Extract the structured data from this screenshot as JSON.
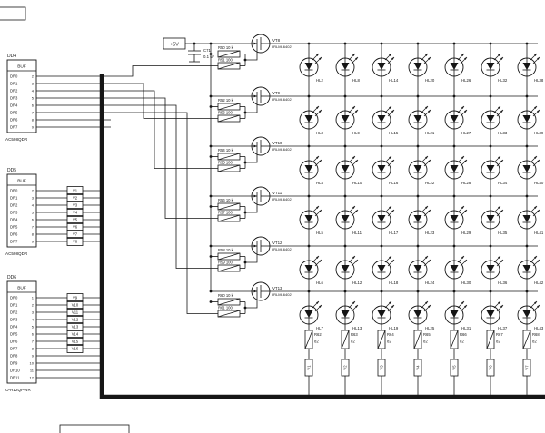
{
  "power_rail": {
    "label": "+5V"
  },
  "capacitor": {
    "ref": "C71",
    "value": "0.1 uF"
  },
  "buffer_ics": [
    {
      "ref": "DD4",
      "function": "BUF",
      "part": "AC598QDR",
      "pins": [
        {
          "name": "DR0",
          "num": "2"
        },
        {
          "name": "DR1",
          "num": "3"
        },
        {
          "name": "DR2",
          "num": "4"
        },
        {
          "name": "DR3",
          "num": "5"
        },
        {
          "name": "DR4",
          "num": "6"
        },
        {
          "name": "DR5",
          "num": "7"
        },
        {
          "name": "DR6",
          "num": "8"
        },
        {
          "name": "DR7",
          "num": "9"
        }
      ],
      "output_flags": []
    },
    {
      "ref": "DD5",
      "function": "BUF",
      "part": "AC598QDR",
      "pins": [
        {
          "name": "DR0",
          "num": "2"
        },
        {
          "name": "DR1",
          "num": "3"
        },
        {
          "name": "DR2",
          "num": "4"
        },
        {
          "name": "DR3",
          "num": "5"
        },
        {
          "name": "DR4",
          "num": "6"
        },
        {
          "name": "DR5",
          "num": "7"
        },
        {
          "name": "DR6",
          "num": "8"
        },
        {
          "name": "DR7",
          "num": "9"
        }
      ],
      "output_flags": [
        "V1",
        "V2",
        "V3",
        "V4",
        "V5",
        "V6",
        "V7",
        "V8"
      ]
    },
    {
      "ref": "DD6",
      "function": "BUF",
      "part": "O-R12QPWR",
      "pins": [
        {
          "name": "DR0",
          "num": "1"
        },
        {
          "name": "DR1",
          "num": "2"
        },
        {
          "name": "DR2",
          "num": "3"
        },
        {
          "name": "DR3",
          "num": "4"
        },
        {
          "name": "DR4",
          "num": "5"
        },
        {
          "name": "DR5",
          "num": "6"
        },
        {
          "name": "DR6",
          "num": "7"
        },
        {
          "name": "DR7",
          "num": "8"
        },
        {
          "name": "DR8",
          "num": "9"
        },
        {
          "name": "DR9",
          "num": "10"
        },
        {
          "name": "DR10",
          "num": "11"
        },
        {
          "name": "DR11",
          "num": "12"
        }
      ],
      "output_flags": [
        "V9",
        "V10",
        "V11",
        "V12",
        "V13",
        "V14",
        "V15",
        "V16"
      ]
    }
  ],
  "row_drivers": [
    {
      "ref": "VT8",
      "part": "IRLML6402",
      "pullup_ref": "R50",
      "pullup_value": "10 k",
      "gate_ref": "R51",
      "gate_value": "100"
    },
    {
      "ref": "VT9",
      "part": "IRLML6402",
      "pullup_ref": "R52",
      "pullup_value": "10 k",
      "gate_ref": "R53",
      "gate_value": "100"
    },
    {
      "ref": "VT10",
      "part": "IRLML6402",
      "pullup_ref": "R54",
      "pullup_value": "10 k",
      "gate_ref": "R55",
      "gate_value": "100"
    },
    {
      "ref": "VT11",
      "part": "IRLML6402",
      "pullup_ref": "R56",
      "pullup_value": "10 k",
      "gate_ref": "R57",
      "gate_value": "100"
    },
    {
      "ref": "VT12",
      "part": "IRLML6402",
      "pullup_ref": "R58",
      "pullup_value": "10 k",
      "gate_ref": "R59",
      "gate_value": "100"
    },
    {
      "ref": "VT13",
      "part": "IRLML6402",
      "pullup_ref": "R60",
      "pullup_value": "10 k",
      "gate_ref": "R61",
      "gate_value": "100"
    }
  ],
  "led_columns": [
    {
      "leds": [
        "HL2",
        "HL3",
        "HL4",
        "HL5",
        "HL6",
        "HL7"
      ]
    },
    {
      "leds": [
        "HL8",
        "HL9",
        "HL10",
        "HL11",
        "HL12",
        "HL13"
      ]
    },
    {
      "leds": [
        "HL14",
        "HL15",
        "HL16",
        "HL17",
        "HL18",
        "HL19"
      ]
    },
    {
      "leds": [
        "HL20",
        "HL21",
        "HL22",
        "HL23",
        "HL24",
        "HL25"
      ]
    },
    {
      "leds": [
        "HL26",
        "HL27",
        "HL28",
        "HL29",
        "HL30",
        "HL31"
      ]
    },
    {
      "leds": [
        "HL32",
        "HL33",
        "HL34",
        "HL35",
        "HL36",
        "HL37"
      ]
    },
    {
      "leds": [
        "HL38",
        "HL39",
        "HL40",
        "HL41",
        "HL42",
        "HL43"
      ]
    }
  ],
  "column_resistors": [
    {
      "ref": "R62",
      "value": "82"
    },
    {
      "ref": "R63",
      "value": "82"
    },
    {
      "ref": "R64",
      "value": "82"
    },
    {
      "ref": "R65",
      "value": "82"
    },
    {
      "ref": "R66",
      "value": "82"
    },
    {
      "ref": "R67",
      "value": "82"
    },
    {
      "ref": "R68",
      "value": "82"
    }
  ],
  "column_flags": [
    "V1",
    "V2",
    "V3",
    "V4",
    "V5",
    "V6",
    "V7"
  ],
  "line_color": "#161616"
}
